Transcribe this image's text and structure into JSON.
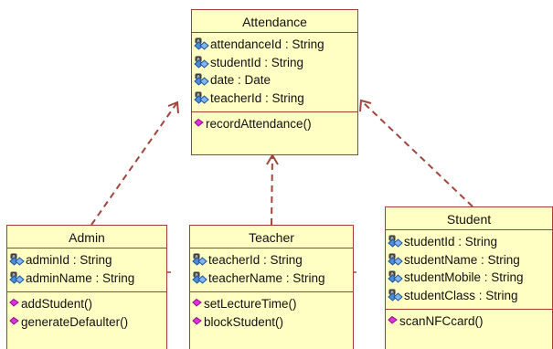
{
  "classes": {
    "attendance": {
      "name": "Attendance",
      "attributes": [
        "attendanceId : String",
        "studentId : String",
        "date : Date",
        "teacherId : String"
      ],
      "operations": [
        "recordAttendance()"
      ]
    },
    "admin": {
      "name": "Admin",
      "attributes": [
        "adminId : String",
        "adminName : String"
      ],
      "operations": [
        "addStudent()",
        "generateDefaulter()"
      ]
    },
    "teacher": {
      "name": "Teacher",
      "attributes": [
        "teacherId : String",
        "teacherName : String"
      ],
      "operations": [
        "setLectureTime()",
        "blockStudent()"
      ]
    },
    "student": {
      "name": "Student",
      "attributes": [
        "studentId : String",
        "studentName : String",
        "studentMobile : String",
        "studentClass : String"
      ],
      "operations": [
        "scanNFCcard()"
      ]
    }
  },
  "relationships": [
    {
      "type": "dependency",
      "from": "Admin",
      "to": "Attendance"
    },
    {
      "type": "dependency",
      "from": "Teacher",
      "to": "Attendance"
    },
    {
      "type": "dependency",
      "from": "Student",
      "to": "Attendance"
    }
  ],
  "colors": {
    "class_fill": "#ffffc4",
    "class_border": "#a83a3a",
    "dependency_line": "#a0463c",
    "attribute_icon": "#4a8fd8",
    "operation_icon": "#d020d0"
  }
}
